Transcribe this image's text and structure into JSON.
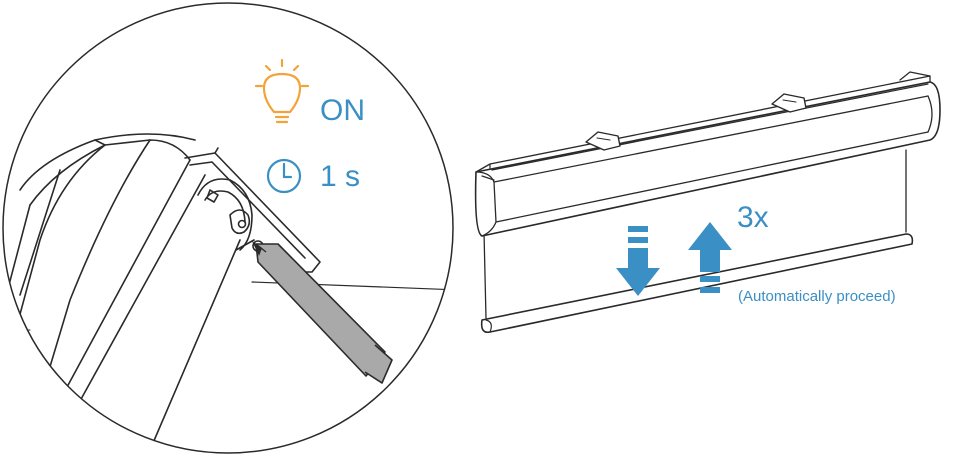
{
  "colors": {
    "accent_blue": "#3a8fc4",
    "bulb_orange": "#f2a33a",
    "pen_grey": "#a9a9a9",
    "line": "#2a2a2a"
  },
  "icons": {
    "bulb": "lightbulb-icon",
    "timer": "clock-icon",
    "down": "arrow-down-icon",
    "up": "arrow-up-icon"
  },
  "step": {
    "light_state": "ON",
    "press_duration": "1 s",
    "repeat_count": "3x",
    "note": "(Automatically proceed)"
  }
}
